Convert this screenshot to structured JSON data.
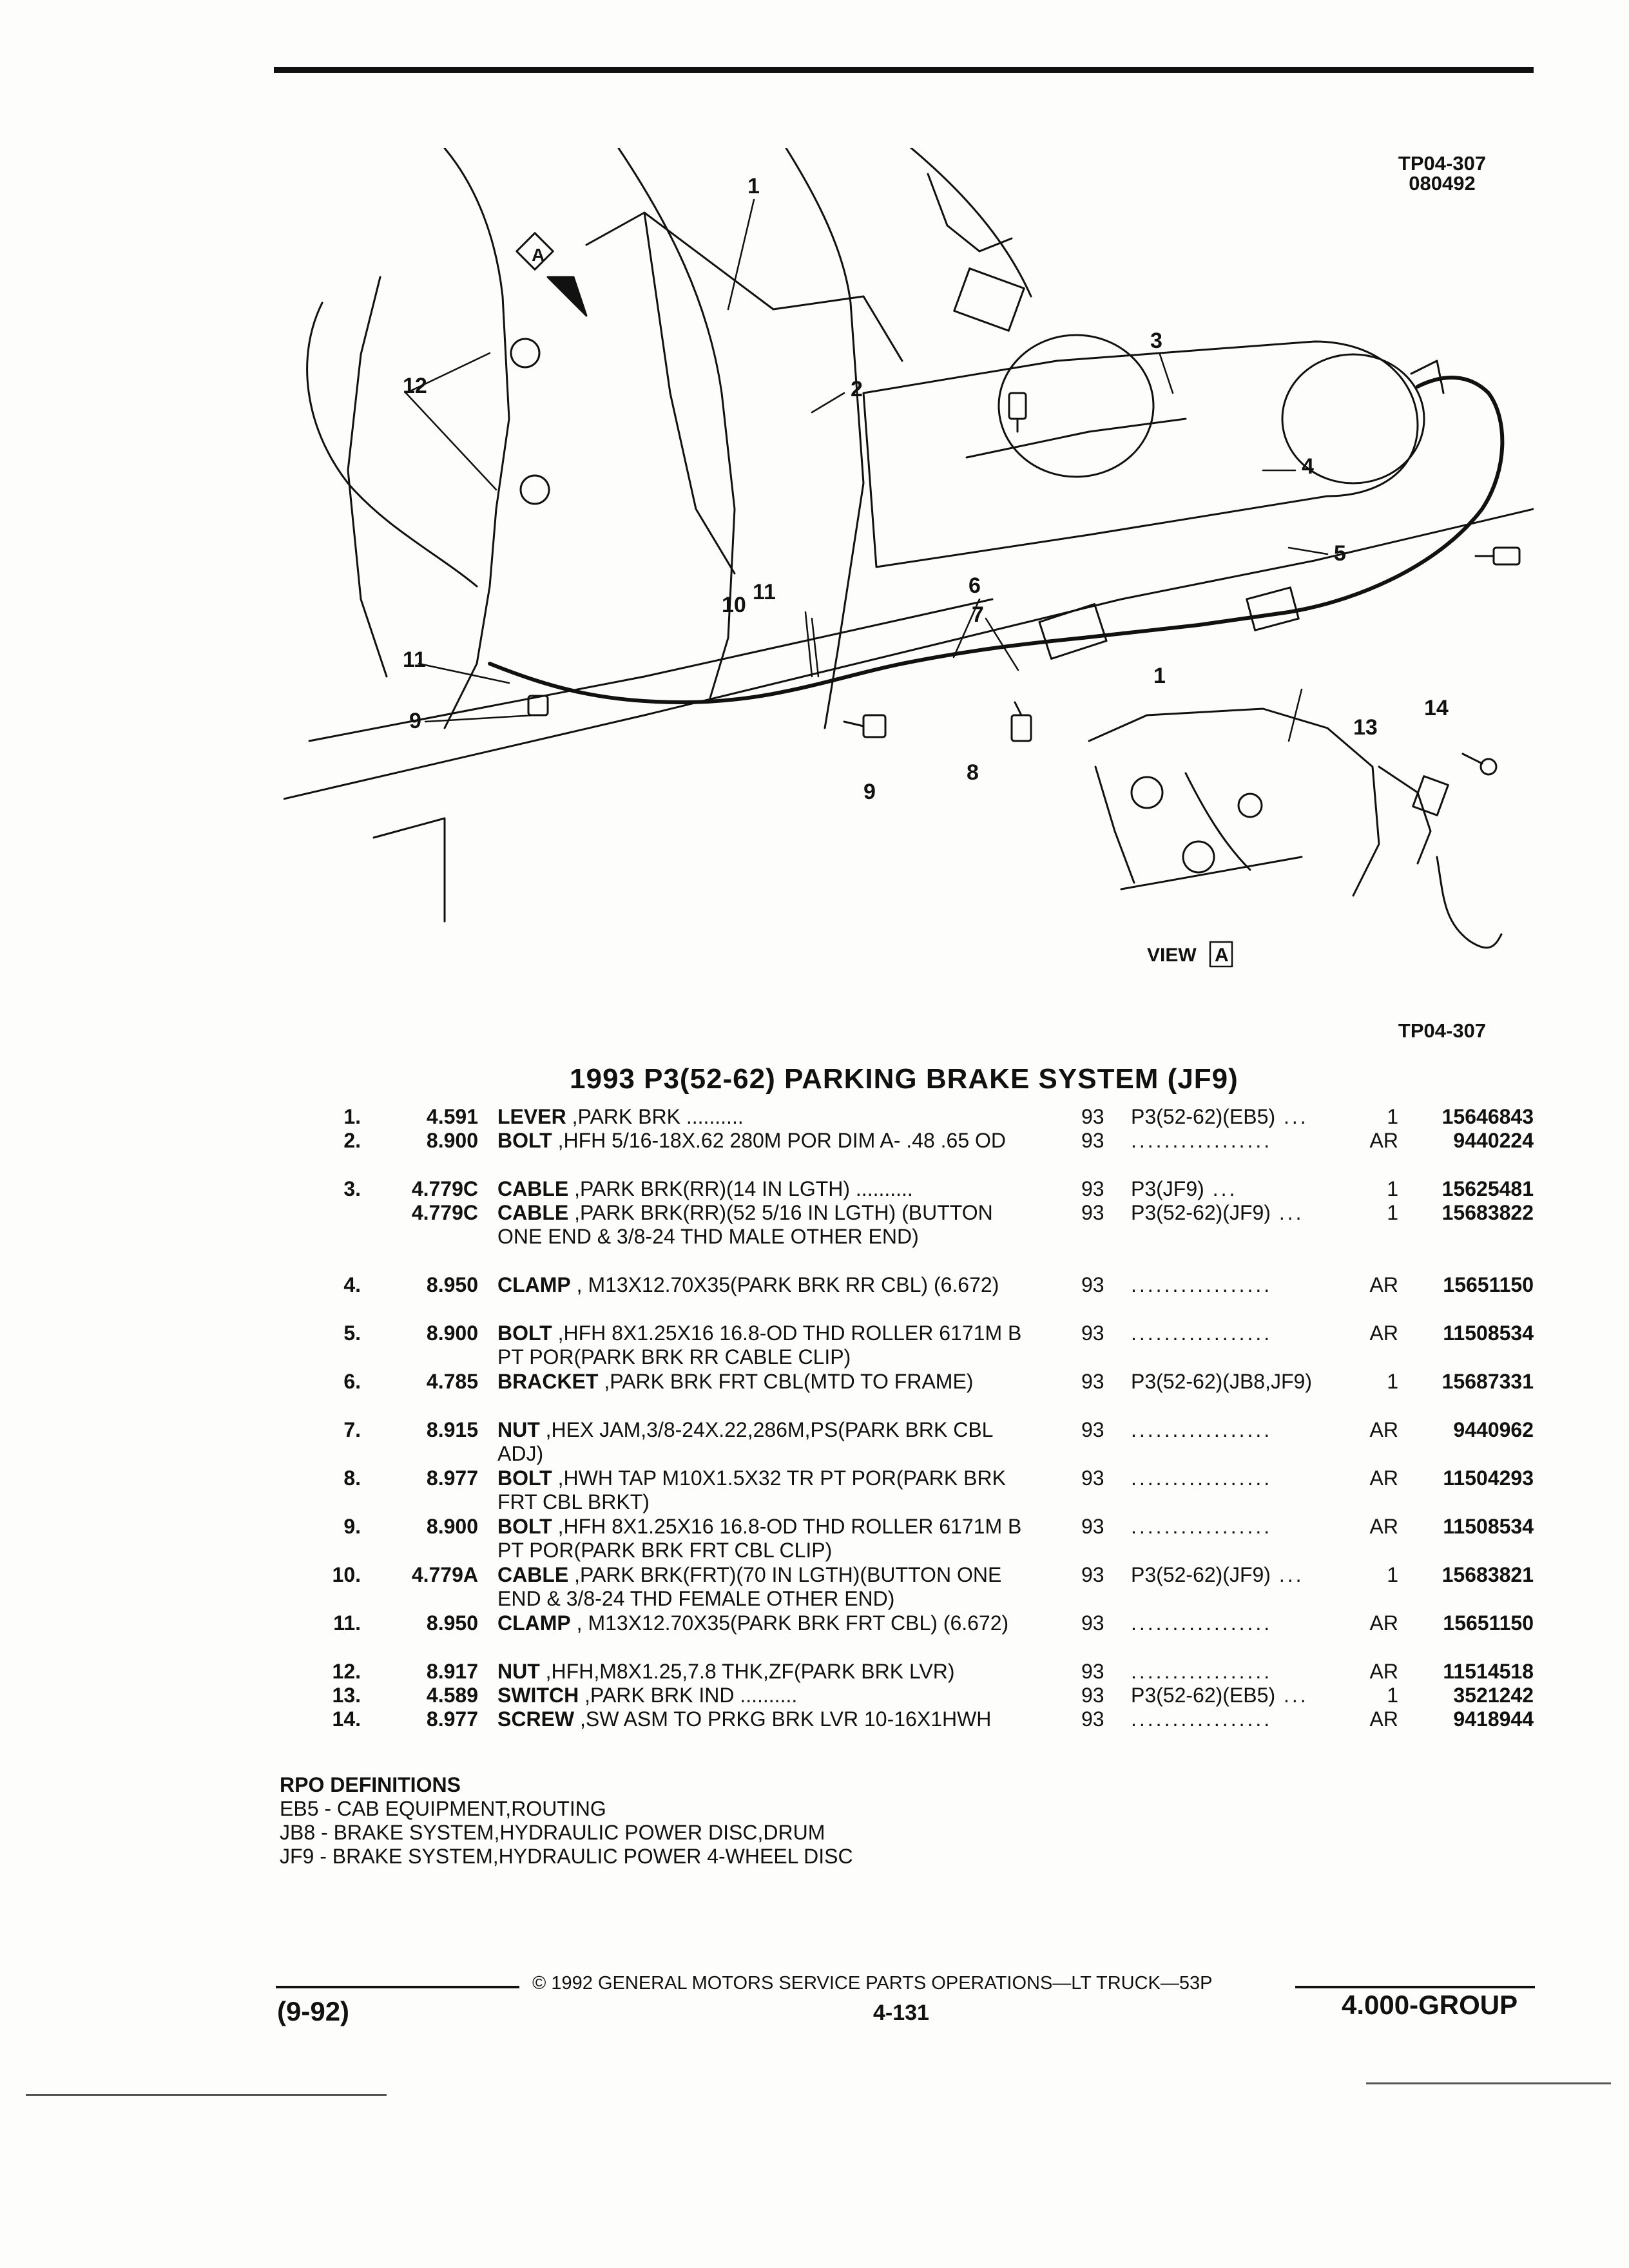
{
  "header": {
    "figure_code": "TP04-307",
    "figure_date": "080492"
  },
  "illustration": {
    "callouts": [
      "1",
      "2",
      "3",
      "4",
      "5",
      "6",
      "7",
      "8",
      "9",
      "10",
      "11",
      "12",
      "13",
      "14"
    ],
    "view_label": "VIEW",
    "view_letter": "A",
    "arrow_letter": "A"
  },
  "figure_code_bottom": "TP04-307",
  "title": "1993 P3(52-62) PARKING BRAKE SYSTEM (JF9)",
  "parts": [
    {
      "num": "1.",
      "group": "4.591",
      "name": "LEVER",
      "desc": " ,PARK BRK",
      "lead": true,
      "year": "93",
      "app": "P3(52-62)(EB5)",
      "app_lead": true,
      "qty": "1",
      "part": "15646843"
    },
    {
      "num": "2.",
      "group": "8.900",
      "name": "BOLT",
      "desc": " ,HFH 5/16-18X.62 280M POR DIM A- .48 .65 OD",
      "lead": false,
      "year": "93",
      "app": "",
      "app_lead": true,
      "qty": "AR",
      "part": "9440224"
    },
    {
      "num": "3.",
      "group": "4.779C",
      "name": "CABLE",
      "desc": " ,PARK BRK(RR)(14 IN LGTH)",
      "lead": true,
      "year": "93",
      "app": "P3(JF9)",
      "app_lead": true,
      "qty": "1",
      "part": "15625481"
    },
    {
      "num": "",
      "group": "4.779C",
      "name": "CABLE",
      "desc": " ,PARK BRK(RR)(52 5/16 IN LGTH) (BUTTON ONE END & 3/8-24 THD MALE OTHER END)",
      "lead": false,
      "year": "93",
      "app": "P3(52-62)(JF9)",
      "app_lead": true,
      "qty": "1",
      "part": "15683822"
    },
    {
      "num": "4.",
      "group": "8.950",
      "name": "CLAMP",
      "desc": " , M13X12.70X35(PARK BRK RR CBL) (6.672)",
      "lead": false,
      "year": "93",
      "app": "",
      "app_lead": true,
      "qty": "AR",
      "part": "15651150"
    },
    {
      "num": "5.",
      "group": "8.900",
      "name": "BOLT",
      "desc": " ,HFH 8X1.25X16 16.8-OD THD ROLLER 6171M B PT POR(PARK BRK RR CABLE CLIP)",
      "lead": false,
      "year": "93",
      "app": "",
      "app_lead": true,
      "qty": "AR",
      "part": "11508534"
    },
    {
      "num": "6.",
      "group": "4.785",
      "name": "BRACKET",
      "desc": " ,PARK BRK FRT CBL(MTD TO FRAME)",
      "lead": false,
      "year": "93",
      "app": "P3(52-62)(JB8,JF9)",
      "app_lead": false,
      "qty": "1",
      "part": "15687331"
    },
    {
      "num": "7.",
      "group": "8.915",
      "name": "NUT",
      "desc": " ,HEX JAM,3/8-24X.22,286M,PS(PARK BRK CBL ADJ)",
      "lead": false,
      "year": "93",
      "app": "",
      "app_lead": true,
      "qty": "AR",
      "part": "9440962"
    },
    {
      "num": "8.",
      "group": "8.977",
      "name": "BOLT",
      "desc": " ,HWH TAP M10X1.5X32 TR PT POR(PARK BRK FRT CBL BRKT)",
      "lead": false,
      "year": "93",
      "app": "",
      "app_lead": true,
      "qty": "AR",
      "part": "11504293"
    },
    {
      "num": "9.",
      "group": "8.900",
      "name": "BOLT",
      "desc": " ,HFH 8X1.25X16 16.8-OD THD ROLLER 6171M B PT POR(PARK BRK FRT CBL CLIP)",
      "lead": false,
      "year": "93",
      "app": "",
      "app_lead": true,
      "qty": "AR",
      "part": "11508534"
    },
    {
      "num": "10.",
      "group": "4.779A",
      "name": "CABLE",
      "desc": " ,PARK BRK(FRT)(70 IN LGTH)(BUTTON ONE END & 3/8-24 THD FEMALE OTHER END)",
      "lead": false,
      "year": "93",
      "app": "P3(52-62)(JF9)",
      "app_lead": true,
      "qty": "1",
      "part": "15683821"
    },
    {
      "num": "11.",
      "group": "8.950",
      "name": "CLAMP",
      "desc": " , M13X12.70X35(PARK BRK FRT CBL) (6.672)",
      "lead": false,
      "year": "93",
      "app": "",
      "app_lead": true,
      "qty": "AR",
      "part": "15651150"
    },
    {
      "num": "12.",
      "group": "8.917",
      "name": "NUT",
      "desc": " ,HFH,M8X1.25,7.8 THK,ZF(PARK BRK LVR)",
      "lead": false,
      "year": "93",
      "app": "",
      "app_lead": true,
      "qty": "AR",
      "part": "11514518"
    },
    {
      "num": "13.",
      "group": "4.589",
      "name": "SWITCH",
      "desc": " ,PARK BRK IND",
      "lead": true,
      "year": "93",
      "app": "P3(52-62)(EB5)",
      "app_lead": true,
      "qty": "1",
      "part": "3521242"
    },
    {
      "num": "14.",
      "group": "8.977",
      "name": "SCREW",
      "desc": " ,SW ASM TO PRKG BRK LVR 10-16X1HWH",
      "lead": false,
      "year": "93",
      "app": "",
      "app_lead": true,
      "qty": "AR",
      "part": "9418944"
    }
  ],
  "rpo": {
    "heading": "RPO DEFINITIONS",
    "lines": [
      "EB5 - CAB EQUIPMENT,ROUTING",
      "JB8 - BRAKE SYSTEM,HYDRAULIC POWER DISC,DRUM",
      "JF9 - BRAKE SYSTEM,HYDRAULIC POWER 4-WHEEL DISC"
    ]
  },
  "footer": {
    "copyright": "© 1992 GENERAL MOTORS SERVICE PARTS OPERATIONS—LT TRUCK—53P",
    "page": "4-131",
    "date": "(9-92)",
    "group": "4.000-GROUP"
  }
}
